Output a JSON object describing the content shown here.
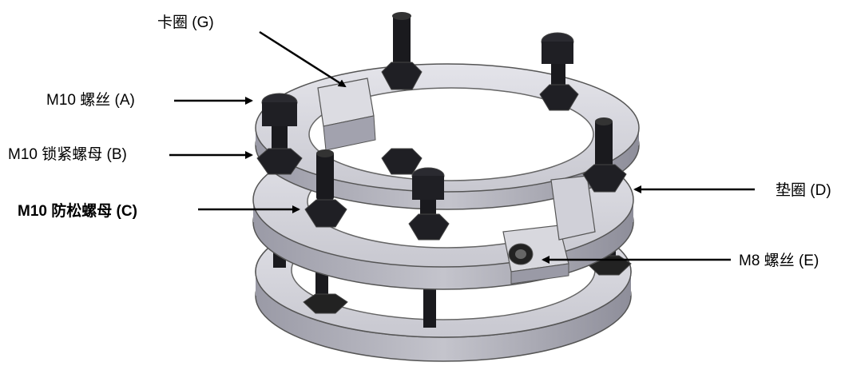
{
  "labels": {
    "clamp_ring": "卡圈 (G)",
    "m10_screw": "M10 螺丝 (A)",
    "m10_lock_nut": "M10 锁紧螺母 (B)",
    "m10_anti_loose_nut": "M10 防松螺母 (C)",
    "washer": "垫圈 (D)",
    "m8_screw": "M8 螺丝 (E)"
  },
  "colors": {
    "ring_top": "#d6d6dc",
    "ring_side": "#a8a8b4",
    "bolt": "#1a1a1e",
    "arrow": "#000000"
  }
}
